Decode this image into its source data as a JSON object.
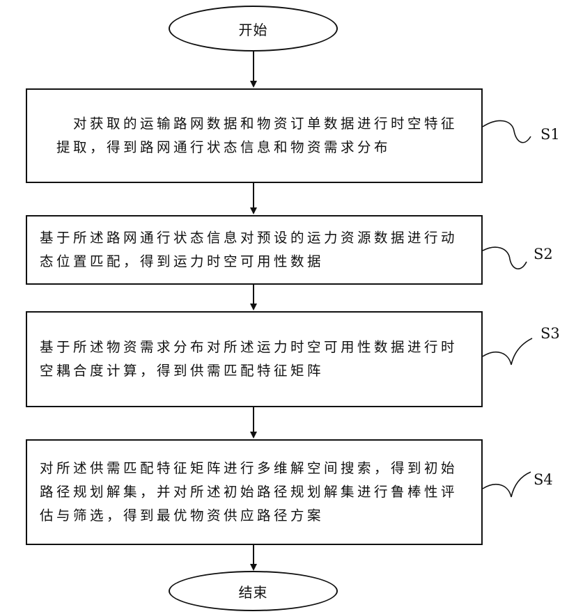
{
  "start": "开始",
  "end": "结束",
  "steps": [
    {
      "id": "S1",
      "text": "　对获取的运输路网数据和物资订单数据进行时空特征提取，得到路网通行状态信息和物资需求分布"
    },
    {
      "id": "S2",
      "text": "基于所述路网通行状态信息对预设的运力资源数据进行动态位置匹配，得到运力时空可用性数据"
    },
    {
      "id": "S3",
      "text": "基于所述物资需求分布对所述运力时空可用性数据进行时空耦合度计算，得到供需匹配特征矩阵"
    },
    {
      "id": "S4",
      "text": "对所述供需匹配特征矩阵进行多维解空间搜索，得到初始路径规划解集，并对所述初始路径规划解集进行鲁棒性评估与筛选，得到最优物资供应路径方案"
    }
  ]
}
